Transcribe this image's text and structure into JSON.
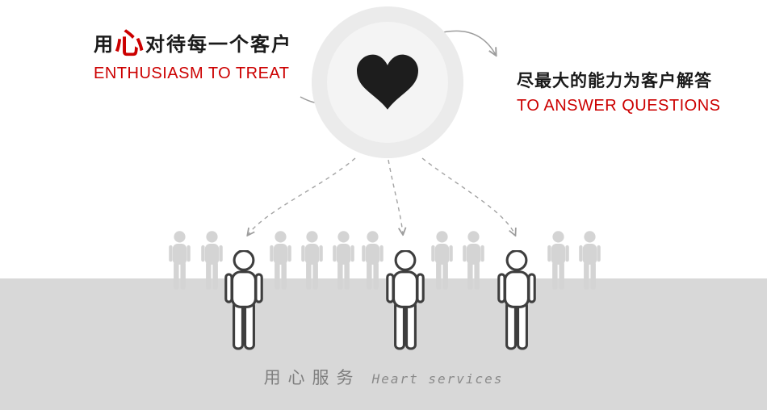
{
  "colors": {
    "accent_red": "#cc0000",
    "heart_black": "#1d1d1d",
    "circle_gray": "#ebebeb",
    "circle_inner_gray": "#f4f4f4",
    "band_gray": "#d8d8d8",
    "silhouette_gray": "#d4d4d4",
    "figure_outline": "#3e3e3e",
    "caption_gray": "#7f7f7f"
  },
  "left_tagline": {
    "cn_prefix": "用",
    "cn_heart": "心",
    "cn_suffix": "对待每一个客户",
    "en": "ENTHUSIASM TO TREAT"
  },
  "right_tagline": {
    "cn": "尽最大的能力为客户解答",
    "en": "TO ANSWER QUESTIONS"
  },
  "caption": {
    "cn": "用心服务",
    "en": "Heart services"
  },
  "icons": {
    "heart": "heart-icon",
    "solid_arrows": "curved-arrow-icon",
    "dashed_arrows": "dashed-arrow-icon",
    "people": "person-figure"
  }
}
